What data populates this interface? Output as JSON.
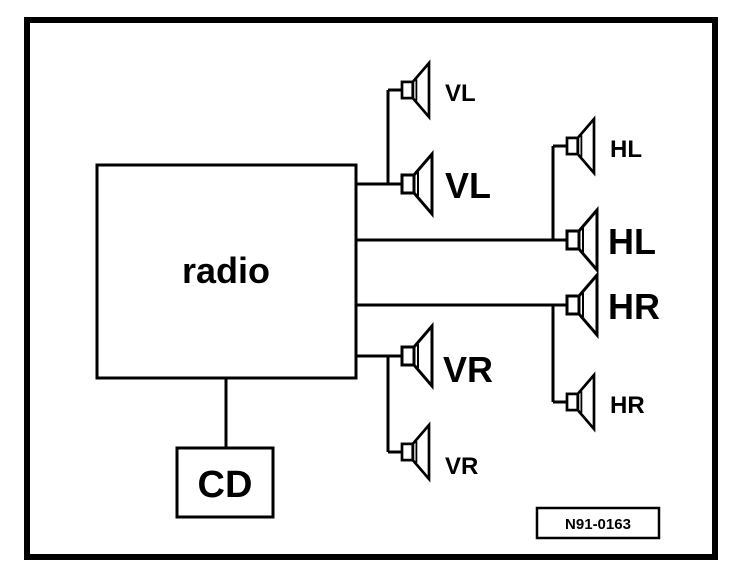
{
  "diagram": {
    "radio_label": "radio",
    "cd_label": "CD",
    "reference_code": "N91-0163",
    "speakers": {
      "vl_small": "VL",
      "vl_large": "VL",
      "hl_small": "HL",
      "hl_large": "HL",
      "hr_large": "HR",
      "hr_small": "HR",
      "vr_large": "VR",
      "vr_small": "VR"
    }
  }
}
